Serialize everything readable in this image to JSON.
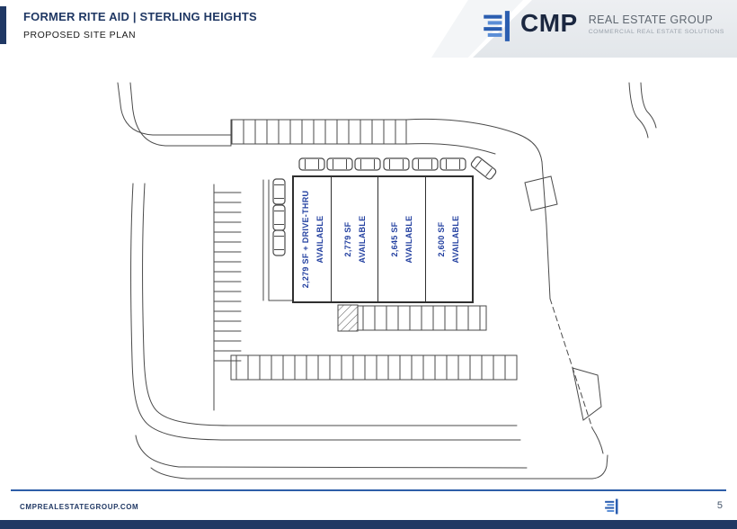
{
  "header": {
    "title": "FORMER RITE AID | STERLING HEIGHTS",
    "subtitle": "PROPOSED SITE PLAN",
    "logo": {
      "abbr": "CMP",
      "name": "REAL ESTATE GROUP",
      "tagline": "COMMERCIAL REAL ESTATE SOLUTIONS"
    }
  },
  "plan": {
    "units": [
      {
        "line1": "2,279 SF + DRIVE-THRU",
        "line2": "AVAILABLE"
      },
      {
        "line1": "2,779 SF",
        "line2": "AVAILABLE"
      },
      {
        "line1": "2,645 SF",
        "line2": "AVAILABLE"
      },
      {
        "line1": "2,600 SF",
        "line2": "AVAILABLE"
      }
    ]
  },
  "footer": {
    "website": "CMPREALESTATEGROUP.COM",
    "page": "5"
  },
  "colors": {
    "navy": "#203864",
    "label_blue": "#2340a0",
    "footer_line": "#2e5ea8",
    "logo_blue": "#2a5db0",
    "logo_text": "#1b2740",
    "logo_gray": "#5f6770",
    "line_gray": "#4a4a4a"
  }
}
